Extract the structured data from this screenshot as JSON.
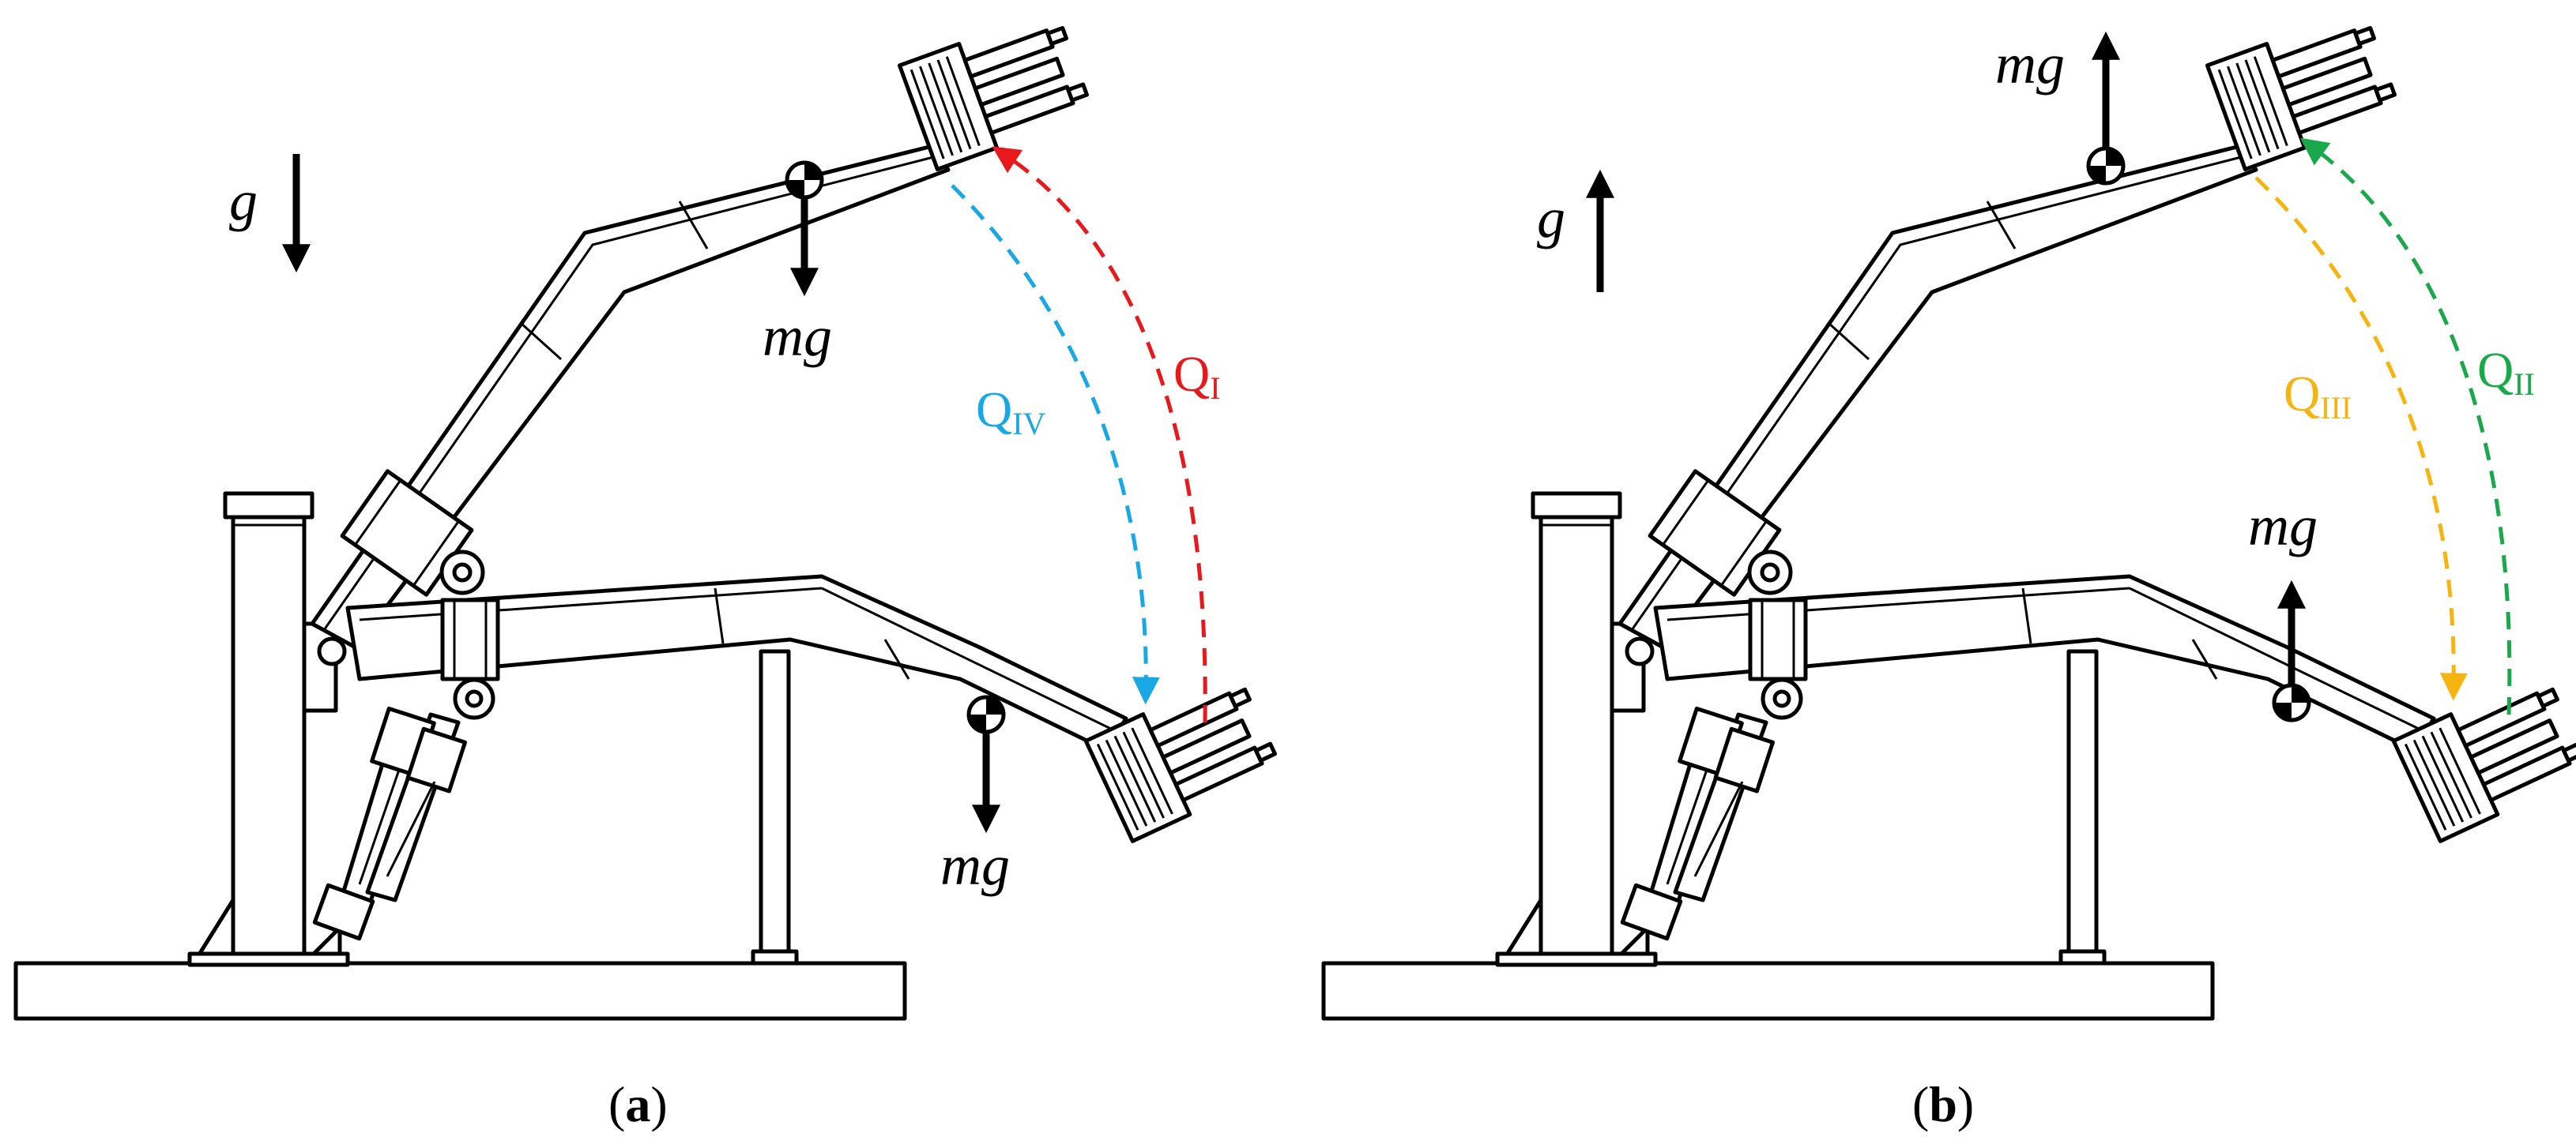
{
  "panel_a": {
    "caption_open": "(",
    "caption_letter": "a",
    "caption_close": ")",
    "gravity_label": "g",
    "weight_label_upper": "mg",
    "weight_label_lower": "mg",
    "path_red": {
      "base": "Q",
      "sub": "I",
      "color": "#e8191c"
    },
    "path_blue": {
      "base": "Q",
      "sub": "IV",
      "color": "#1aa7e6"
    }
  },
  "panel_b": {
    "caption_open": "(",
    "caption_letter": "b",
    "caption_close": ")",
    "gravity_label": "g",
    "weight_label_upper": "mg",
    "weight_label_lower": "mg",
    "path_green": {
      "base": "Q",
      "sub": "II",
      "color": "#19a84a"
    },
    "path_orange": {
      "base": "Q",
      "sub": "III",
      "color": "#f5b40f"
    }
  }
}
